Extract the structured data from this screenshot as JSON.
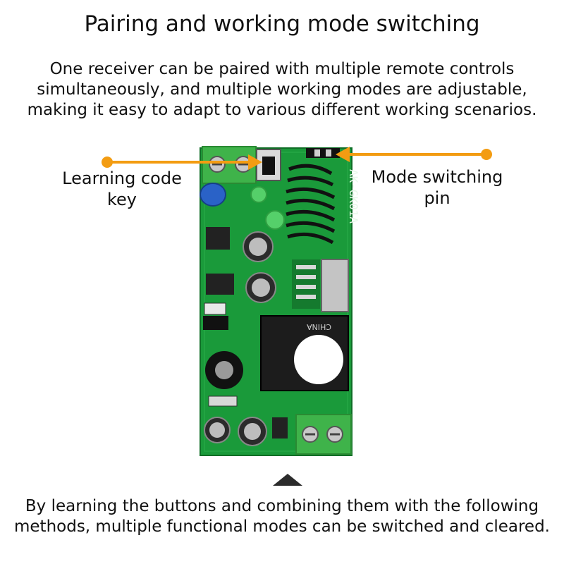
{
  "title": "Pairing and working mode switching",
  "intro": [
    "One receiver can be paired with multiple remote controls",
    "simultaneously, and multiple working modes are adjustable,",
    "making it easy to adapt to various different working scenarios."
  ],
  "callouts": {
    "left": [
      "Learning code",
      "key"
    ],
    "right": [
      "Mode switching",
      "pin"
    ]
  },
  "footer": [
    "By learning the buttons and combining them with the following",
    "methods, multiple functional modes can be switched and cleared."
  ],
  "colors": {
    "accent_orange": "#f39c12",
    "pcb_green": "#1a9a3a",
    "terminal_green": "#3fb34a",
    "relay_black": "#1c1c1c"
  },
  "board_text": {
    "model_marking": "AK-GK01A",
    "relay_marking": "CHINA"
  }
}
